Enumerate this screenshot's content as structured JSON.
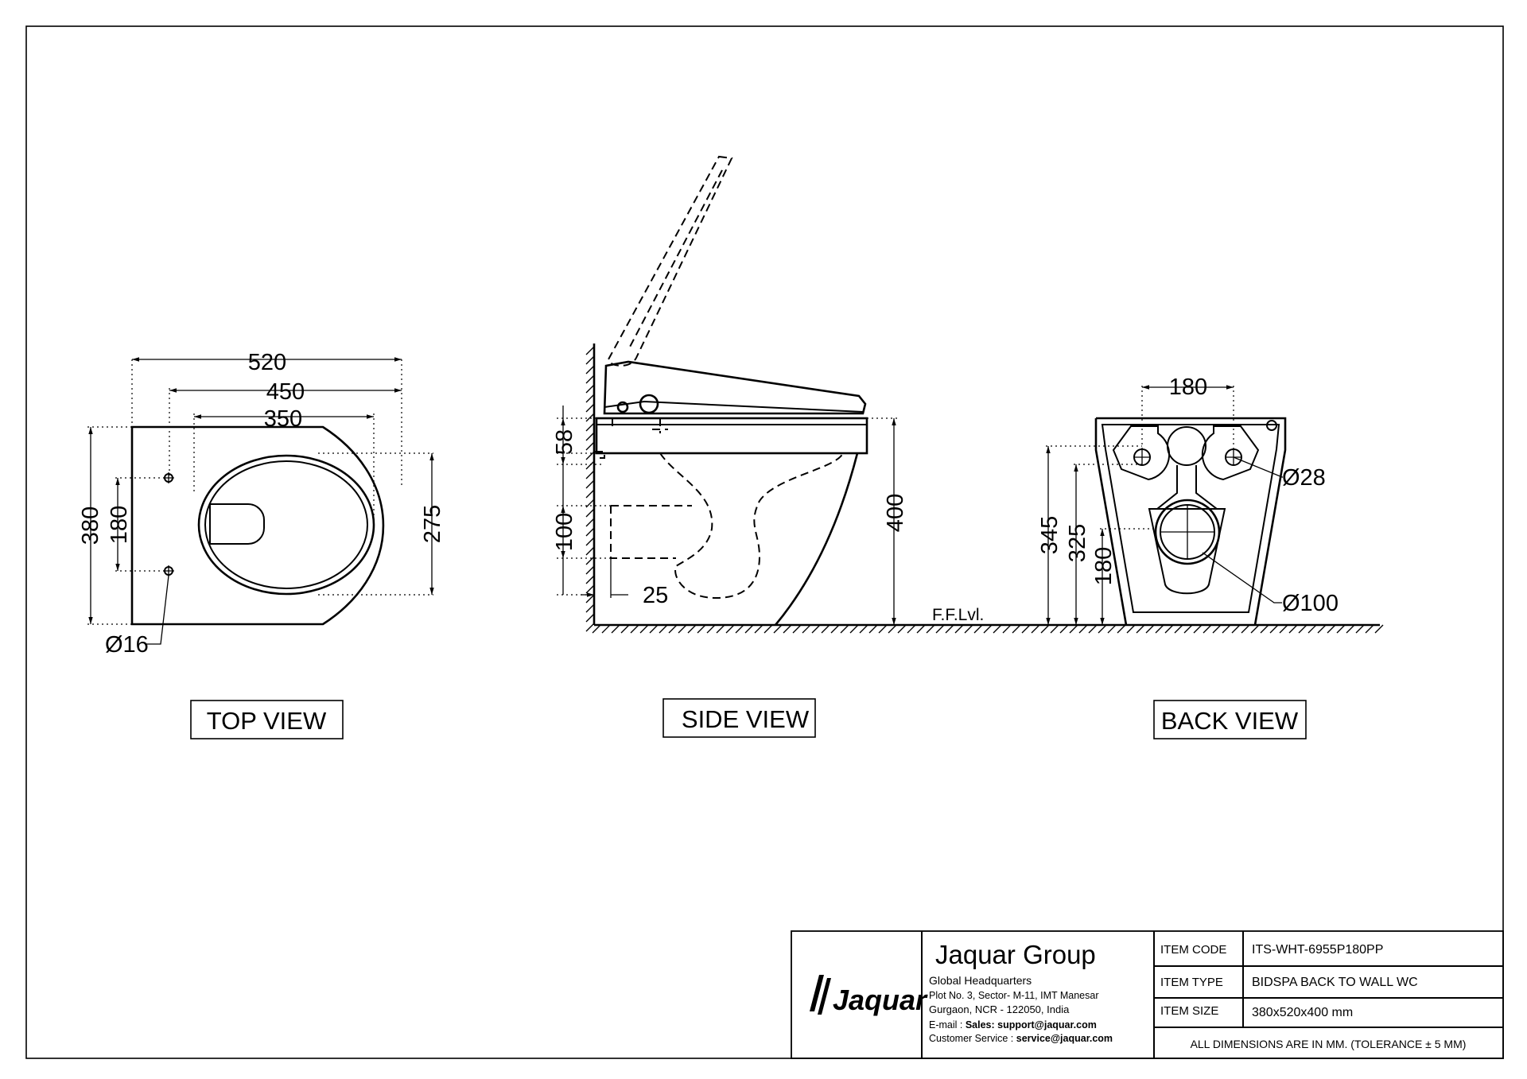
{
  "views": {
    "top": {
      "label": "TOP VIEW",
      "dims": {
        "overall_length": "520",
        "rim_length": "450",
        "bowl_length": "350",
        "depth": "380",
        "fixing_spacing": "180",
        "bowl_width": "275",
        "fixing_hole": "Ø16"
      }
    },
    "side": {
      "label": "SIDE VIEW",
      "dims": {
        "rim_height": "58",
        "outlet_offset": "100",
        "outlet_gap": "25",
        "height": "400"
      },
      "floor_label": "F.F.Lvl."
    },
    "back": {
      "label": "BACK VIEW",
      "dims": {
        "fixing_spacing": "180",
        "fixing_hole": "Ø28",
        "outlet": "Ø100",
        "fix_height": "345",
        "inlet_height": "325",
        "outlet_height": "180"
      }
    }
  },
  "title_block": {
    "company": "Jaquar Group",
    "logo_text": "Jaquar",
    "address_lines": [
      "Global Headquarters",
      "Plot No. 3, Sector- M-11, IMT Manesar",
      "Gurgaon, NCR - 122050, India"
    ],
    "email_label": "E-mail : ",
    "email": "Sales: support@jaquar.com",
    "service_label": "Customer Service : ",
    "service_email": "service@jaquar.com",
    "fields": [
      {
        "label": "ITEM  CODE",
        "value": "ITS-WHT-6955P180PP"
      },
      {
        "label": "ITEM  TYPE",
        "value": "BIDSPA BACK TO WALL WC"
      },
      {
        "label": "ITEM  SIZE",
        "value": "380x520x400 mm"
      }
    ],
    "note": "ALL DIMENSIONS ARE IN MM. (TOLERANCE ± 5 MM)"
  }
}
